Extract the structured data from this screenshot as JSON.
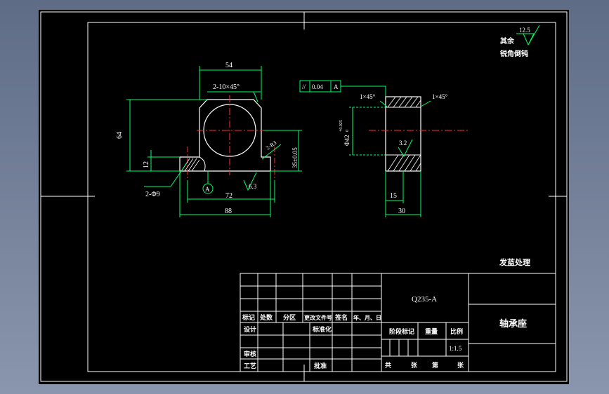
{
  "drawing": {
    "material": "Q235-A",
    "part_name": "轴承座",
    "scale": "1:1.5",
    "note_heat": "发蓝处理",
    "note_roughness_prefix": "其余",
    "note_roughness_value": "12.5",
    "note_chamfer": "锐角倒钝"
  },
  "front_view": {
    "dim_width_top": "54",
    "dim_chamfer": "2-10×45°",
    "dim_height": "64",
    "dim_base": "12",
    "dim_holes": "2-Φ9",
    "dim_center_height": "35±0.05",
    "dim_hole_spacing": "72",
    "dim_total_width": "88",
    "datum_label": "A",
    "rough_right_value": "2-R3",
    "rough_bottom_value": "6.3"
  },
  "side_view": {
    "tol_symbol": "//",
    "tol_value": "0.04",
    "tol_datum": "A",
    "chamfer_left": "1×45°",
    "chamfer_right": "1×45°",
    "bore_dim": "Φ42",
    "bore_tol_upper": "+0.025",
    "bore_tol_lower": "0",
    "rough_value": "3.2",
    "dim_width_inner": "15",
    "dim_width": "30"
  },
  "title_block": {
    "h_mark": "标记",
    "h_count": "处数",
    "h_zone": "分区",
    "h_doc": "更改文件号",
    "h_sign": "签名",
    "h_date": "年、月、日",
    "design": "设计",
    "standard": "标准化",
    "review": "审核",
    "process": "工艺",
    "approve": "批准",
    "stage": "阶段标记",
    "weight": "重量",
    "ratio": "比例",
    "total": "共",
    "sheet": "张",
    "page": "第",
    "sheet2": "张"
  }
}
